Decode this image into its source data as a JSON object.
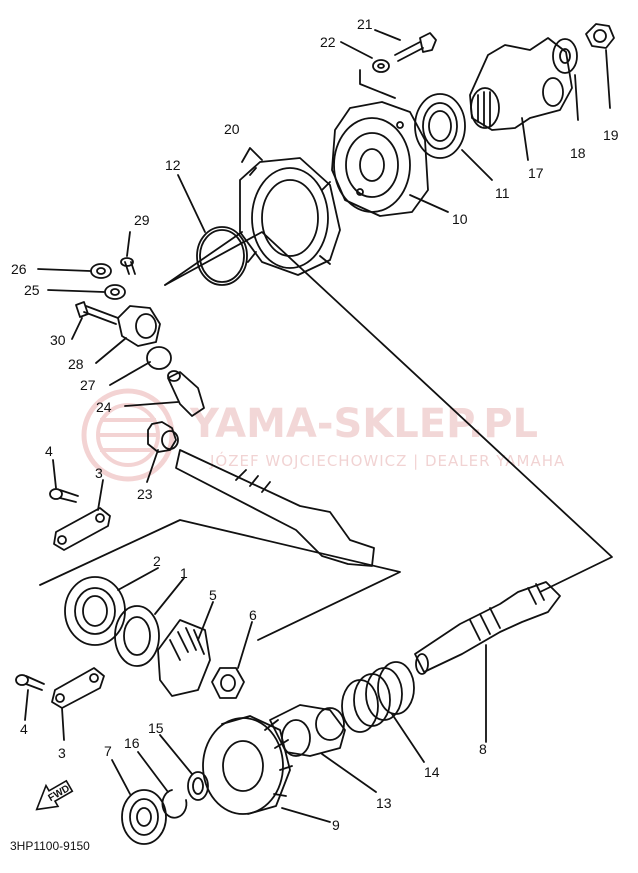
{
  "diagram_code": "3HP1100-9150",
  "watermark": {
    "main": "YAMA-SKLEP.PL",
    "sub": "JÓZEF WOJCIECHOWICZ | DEALER YAMAHA"
  },
  "fwd_label": "FWD",
  "parts": [
    {
      "id": "p1",
      "label": "1"
    },
    {
      "id": "p2",
      "label": "2"
    },
    {
      "id": "p3a",
      "label": "3"
    },
    {
      "id": "p3b",
      "label": "3"
    },
    {
      "id": "p4a",
      "label": "4"
    },
    {
      "id": "p4b",
      "label": "4"
    },
    {
      "id": "p5",
      "label": "5"
    },
    {
      "id": "p6",
      "label": "6"
    },
    {
      "id": "p7",
      "label": "7"
    },
    {
      "id": "p8",
      "label": "8"
    },
    {
      "id": "p9",
      "label": "9"
    },
    {
      "id": "p10",
      "label": "10"
    },
    {
      "id": "p11",
      "label": "11"
    },
    {
      "id": "p12",
      "label": "12"
    },
    {
      "id": "p13",
      "label": "13"
    },
    {
      "id": "p14",
      "label": "14"
    },
    {
      "id": "p15",
      "label": "15"
    },
    {
      "id": "p16",
      "label": "16"
    },
    {
      "id": "p17",
      "label": "17"
    },
    {
      "id": "p18",
      "label": "18"
    },
    {
      "id": "p19",
      "label": "19"
    },
    {
      "id": "p20",
      "label": "20"
    },
    {
      "id": "p21",
      "label": "21"
    },
    {
      "id": "p22",
      "label": "22"
    },
    {
      "id": "p23",
      "label": "23"
    },
    {
      "id": "p24",
      "label": "24"
    },
    {
      "id": "p25",
      "label": "25"
    },
    {
      "id": "p26",
      "label": "26"
    },
    {
      "id": "p27",
      "label": "27"
    },
    {
      "id": "p28",
      "label": "28"
    },
    {
      "id": "p29",
      "label": "29"
    },
    {
      "id": "p30",
      "label": "30"
    }
  ]
}
